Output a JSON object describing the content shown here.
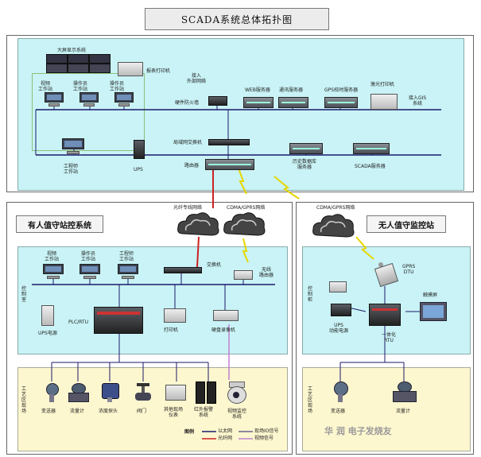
{
  "title": "SCADA系统总体拓扑图",
  "top": {
    "big_screen": "大屏显示系统",
    "video_ws": "视频\n工作站",
    "op_ws_1": "操作员\n工作站",
    "op_ws_2": "操作员\n工作站",
    "report_printer": "报表打印机",
    "hw_firewall": "硬件防火墙",
    "external_net": "接入\n外部网络",
    "web_server": "WEB服务器",
    "comm_server": "通讯服务器",
    "gps_server": "GPS校时服务器",
    "laser_printer": "激光打印机",
    "gis_system": "接入GIS\n系统",
    "eng_ws": "工程师\n工作站",
    "ups": "UPS",
    "lan_switch": "局域网交换机",
    "router": "路由器",
    "history_server": "历史数据库\n服务器",
    "scada_server": "SCADA服务器"
  },
  "links": {
    "fiber_net": "光纤专线网络",
    "cdma_left": "CDMA/GPRS网络",
    "cdma_right": "CDMA/GPRS网络"
  },
  "manned": {
    "title": "有人值守站控系统",
    "control_room": "控制室",
    "video_ws": "视频\n工作站",
    "op_ws": "操作员\n工作站",
    "eng_ws": "工程师\n工作站",
    "switch": "交换机",
    "wireless_router": "无线\n路由器",
    "ups": "UPS电源",
    "plc": "PLC/RTU",
    "printer": "打印机",
    "dvr": "硬盘录像机",
    "site_area": "工艺区现场",
    "devices": [
      "变送器",
      "流量计",
      "浓度探头",
      "阀门",
      "其他现场\n仪表",
      "红外报警\n系统",
      "视频监控\n系统"
    ]
  },
  "legend": {
    "title": "图例",
    "ethernet": "以太网",
    "fiber": "光纤网",
    "field_io": "现场IO信号",
    "video": "视频信号"
  },
  "unmanned": {
    "title": "无人值守监控站",
    "control_cabinet": "控制柜",
    "gprs_dtu": "GPRS\nDTU",
    "touch_screen": "触摸屏",
    "ups": "UPS\n动能电源",
    "rtu": "一体化\nRTU",
    "site_area": "工艺区现场",
    "transmitter": "变送器",
    "flowmeter": "流量计"
  },
  "watermark": "华 润 电子发烧友",
  "colors": {
    "zone": "#c9f3f6",
    "site": "#fdf7cf",
    "fiber": "#cc2222",
    "ethernet": "#1a1a6a",
    "video": "#c080d0"
  }
}
